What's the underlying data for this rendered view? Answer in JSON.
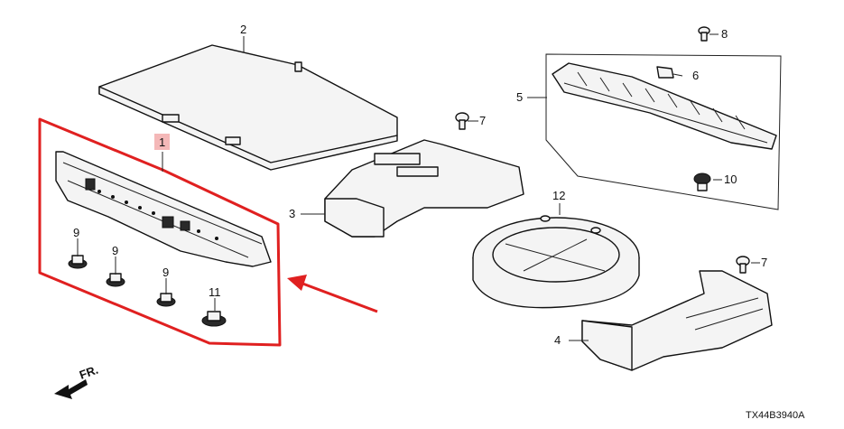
{
  "diagram": {
    "code": "TX44B3940A",
    "direction": "FR.",
    "accent_color": "#e02020",
    "highlight_color": "#f4b8b8",
    "callouts": {
      "c1": "1",
      "c2": "2",
      "c3": "3",
      "c4": "4",
      "c5": "5",
      "c6": "6",
      "c7a": "7",
      "c7b": "7",
      "c8": "8",
      "c9a": "9",
      "c9b": "9",
      "c9c": "9",
      "c10": "10",
      "c11": "11",
      "c12": "12"
    }
  }
}
